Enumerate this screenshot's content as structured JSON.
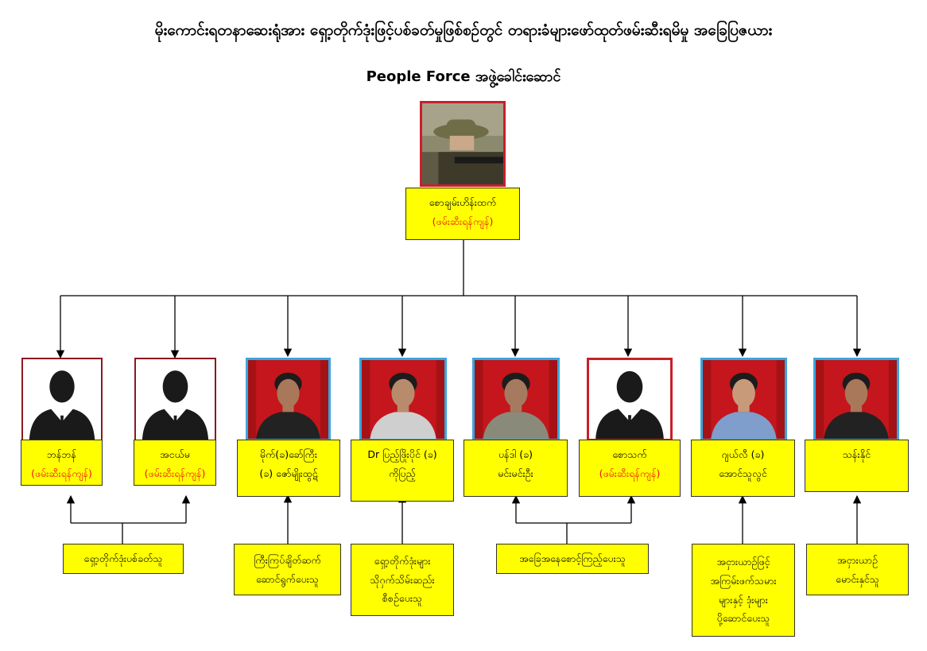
{
  "header": {
    "title": "မိုးကောင်းရတနာဆေးရုံအား ရှော့တိုက်ဒုံးဖြင့်ပစ်ခတ်မှုဖြစ်စဉ်တွင် တရားခံများဖော်ထုတ်ဖမ်းဆီးရမိမှု အခြေပြဇယား",
    "subtitle": "People Force အဖွဲ့ခေါင်းဆောင်"
  },
  "leader": {
    "name": "စောချမ်းဟိန်းထက်",
    "status": "(ဖမ်းဆီးရန်ကျန်)"
  },
  "members": [
    {
      "line1": "ဘန်ဘန်",
      "line2": "(ဖမ်းဆီးရန်ကျန်)",
      "line2_red": true,
      "photo": "silhouette"
    },
    {
      "line1": "အငယ်မ",
      "line2": "(ဖမ်းဆီးရန်ကျန်)",
      "line2_red": true,
      "photo": "silhouette"
    },
    {
      "line1": "မိုက်(ခ)ခော်ကြီး",
      "line2": "(ခ) ဇော်မျိုးထွဋ်",
      "line2_red": false,
      "photo": "person"
    },
    {
      "line1": "Dr ပြည့်ဖြိုးပိုင် (ခ)",
      "line2": "ကိုပြည့်",
      "line2_red": false,
      "photo": "person"
    },
    {
      "line1": "ပန်ဒါ (ခ)",
      "line2": "မင်းမင်းဦး",
      "line2_red": false,
      "photo": "person"
    },
    {
      "line1": "စောသက်",
      "line2": "(ဖမ်းဆီးရန်ကျန်)",
      "line2_red": true,
      "photo": "silhouette"
    },
    {
      "line1": "ဂျယ်လီ (ခ)",
      "line2": "အောင်သူလွင်",
      "line2_red": false,
      "photo": "person"
    },
    {
      "line1": "သန်းနိုင်",
      "line2": "",
      "line2_red": false,
      "photo": "person"
    }
  ],
  "roles": [
    {
      "lines": [
        "ရှော့တိုက်ဒုံးပစ်ခတ်သူ"
      ]
    },
    {
      "lines": [
        "ကြီးကြပ်ချိတ်ဆက်",
        "ဆောင်ရွက်ပေးသူ"
      ]
    },
    {
      "lines": [
        "ရှော့တိုက်ဒုံးများ",
        "သိုဂှက်သိမ်းဆည်း",
        "စီစဉ်ပေးသူ"
      ]
    },
    {
      "lines": [
        "အခြေအနေစောင့်ကြည့်ပေးသူ"
      ]
    },
    {
      "lines": [
        "အငှားယာဉ်ဖြင့်",
        "အကြမ်းဖက်သမား",
        "များနှင့် ဒုံးများ",
        "ပို့ဆောင်ပေးသူ"
      ]
    },
    {
      "lines": [
        "အငှားယာဉ်",
        "မောင်းနှင်သူ"
      ]
    }
  ],
  "colors": {
    "card_fill": "#ffff00",
    "pending_text": "#e11111",
    "photo_bg": "#c4161c",
    "pending_border": "#c8202a",
    "arrested_border": "#3aa6dd"
  }
}
